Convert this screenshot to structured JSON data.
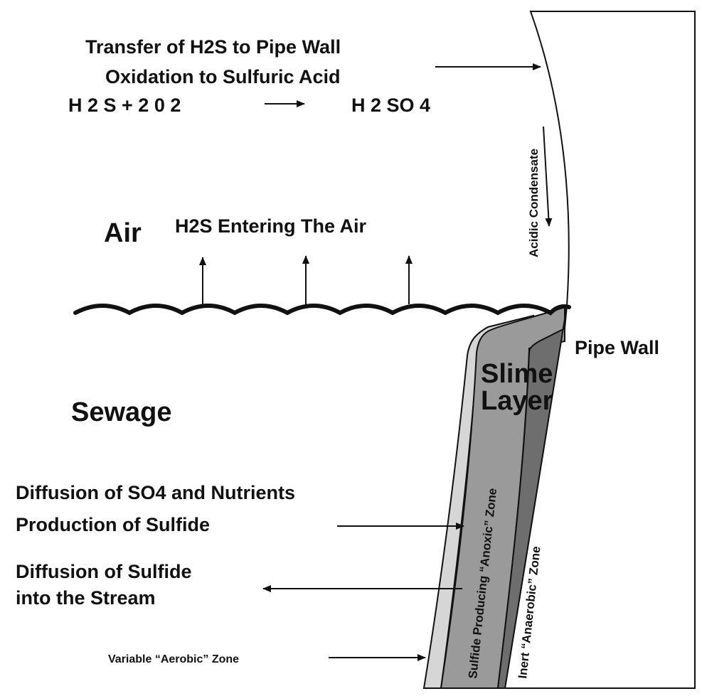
{
  "colors": {
    "outline": "#111111",
    "aerobic_zone": "#d6d6d6",
    "anoxic_zone": "#9a9a9a",
    "anaerobic_zone": "#6e6e6e",
    "background": "#ffffff"
  },
  "labels": {
    "transfer_h2s": "Transfer of H2S to Pipe Wall",
    "oxidation": "Oxidation to Sulfuric Acid",
    "reaction_left": "H 2 S + 2 0 2",
    "reaction_right": "H 2 SO 4",
    "air": "Air",
    "h2s_entering": "H2S Entering The Air",
    "acidic_condensate": "Acidic Condensate",
    "pipe_wall": "Pipe Wall",
    "slime_line1": "Slime",
    "slime_line2": "Layer",
    "sewage": "Sewage",
    "diffusion_so4": "Diffusion of SO4 and Nutrients",
    "production_sulfide": "Production of Sulfide",
    "diffusion_sulfide": "Diffusion of Sulfide",
    "into_stream": "into the Stream",
    "aerobic_zone": "Variable “Aerobic” Zone",
    "anoxic_zone": "Sulfide Producing “Anoxic” Zone",
    "anaerobic_zone": "Inert “Anaerobic” Zone"
  }
}
